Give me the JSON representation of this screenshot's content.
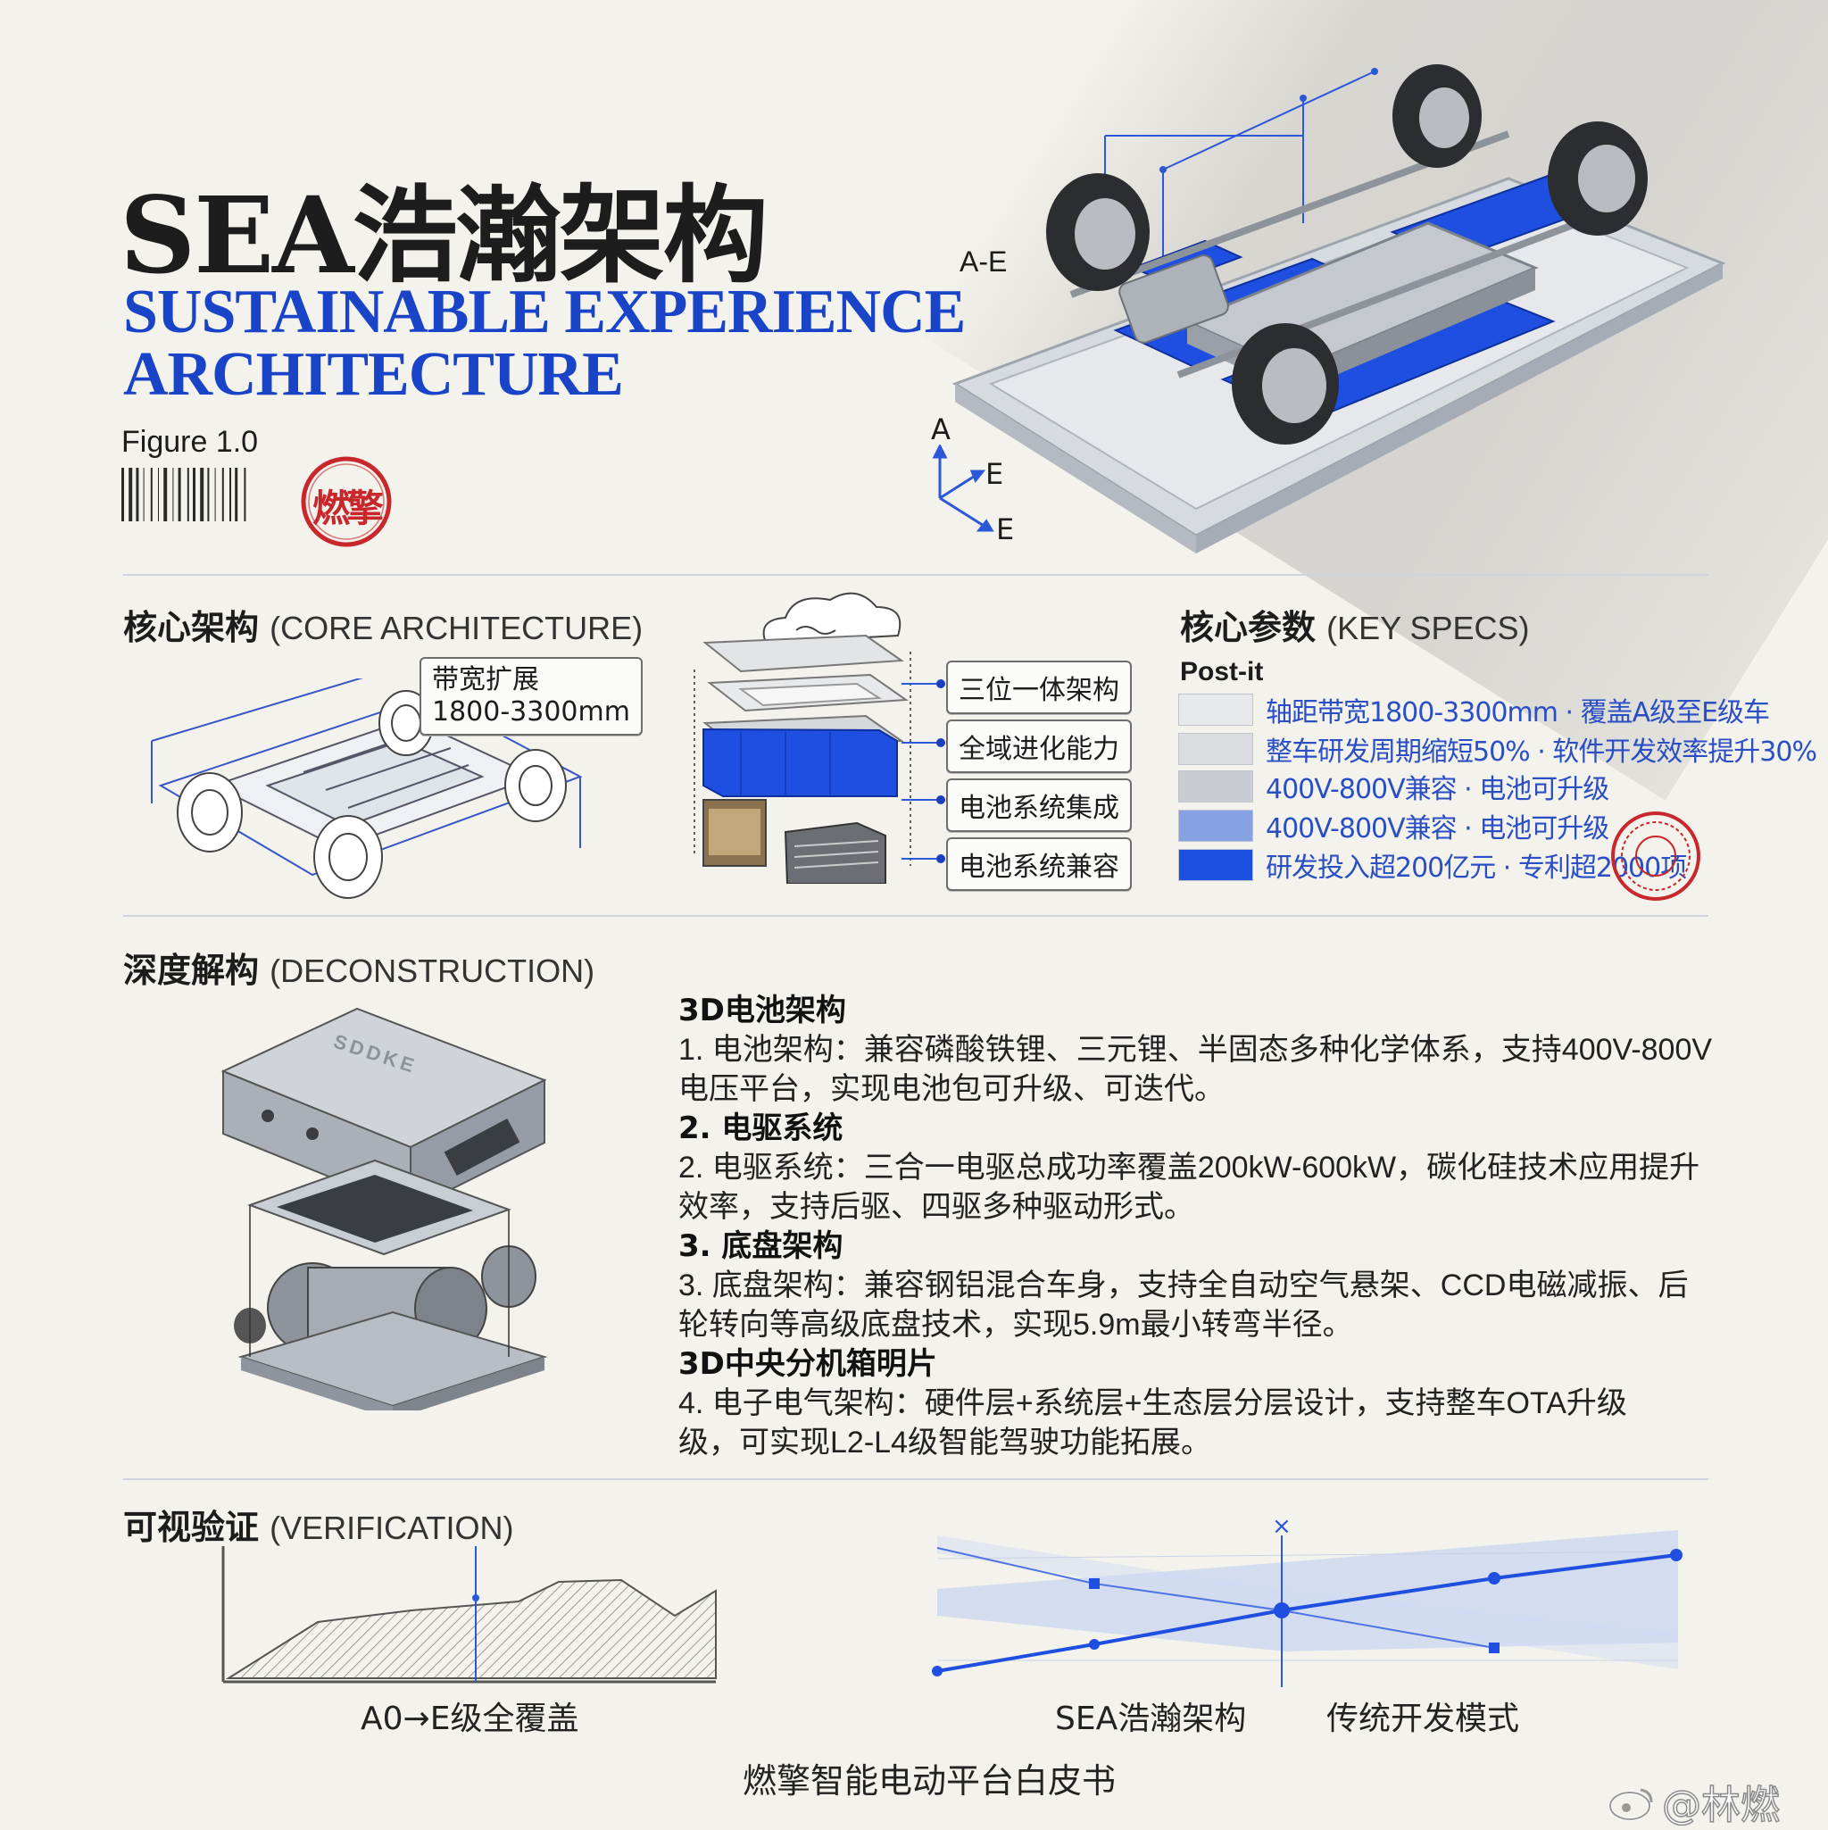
{
  "header": {
    "title_cn": "SEA浩瀚架构",
    "title_en_1": "SUSTAINABLE EXPERIENCE",
    "title_en_2": "ARCHITECTURE",
    "figure_label": "Figure 1.0",
    "stamp_text": "燃擎"
  },
  "hero": {
    "range_label": "A-E",
    "axis_a": "A",
    "axis_e1": "E",
    "axis_e2": "E"
  },
  "core": {
    "heading_cn": "核心架构",
    "heading_en": "(CORE ARCHITECTURE)",
    "callout_line1": "带宽扩展",
    "callout_line2": "1800-3300mm",
    "layers": [
      "三位一体架构",
      "全域进化能力",
      "电池系统集成",
      "电池系统兼容"
    ]
  },
  "specs": {
    "heading_cn": "核心参数",
    "heading_en": "(KEY SPECS)",
    "postit": "Post-it",
    "rows": [
      {
        "text": "轴距带宽1800-3300mm · 覆盖A级至E级车",
        "color": "#e8e9ea"
      },
      {
        "text": "整车研发周期缩短50% · 软件开发效率提升30%",
        "color": "#dadcdf"
      },
      {
        "text": "400V-800V兼容 · 电池可升级",
        "color": "#c9ccd2"
      },
      {
        "text": "400V-800V兼容 · 电池可升级",
        "color": "#86a2e2"
      },
      {
        "text": "研发投入超200亿元 · 专利超2000项",
        "color": "#1d4fe0"
      }
    ]
  },
  "decon": {
    "heading_cn": "深度解构",
    "heading_en": "(DECONSTRUCTION)",
    "engraving": "SDDKE",
    "items": [
      {
        "title": "3D电池架构",
        "line1": "1. 电池架构：兼容磷酸铁锂、三元锂、半固态多种化学体系，支持400V-800V",
        "line2": "电压平台，实现电池包可升级、可迭代。"
      },
      {
        "title": "2. 电驱系统",
        "line1": "2. 电驱系统：三合一电驱总成功率覆盖200kW-600kW，碳化硅技术应用提升",
        "line2": "效率，支持后驱、四驱多种驱动形式。"
      },
      {
        "title": "3. 底盘架构",
        "line1": "3. 底盘架构：兼容钢铝混合车身，支持全自动空气悬架、CCD电磁减振、后",
        "line2": "轮转向等高级底盘技术，实现5.9m最小转弯半径。"
      },
      {
        "title": "3D中央分机箱明片",
        "line1": "4. 电子电气架构：硬件层+系统层+生态层分层设计，支持整车OTA升级",
        "line2": "级，可实现L2-L4级智能驾驶功能拓展。"
      }
    ]
  },
  "verify": {
    "heading_cn": "可视验证",
    "heading_en": "(VERIFICATION)",
    "left_caption": "A0→E级全覆盖",
    "right_caption_1": "SEA浩瀚架构",
    "right_caption_2": "传统开发模式",
    "footer": "燃擎智能电动平台白皮书",
    "watermark": "@林燃"
  }
}
